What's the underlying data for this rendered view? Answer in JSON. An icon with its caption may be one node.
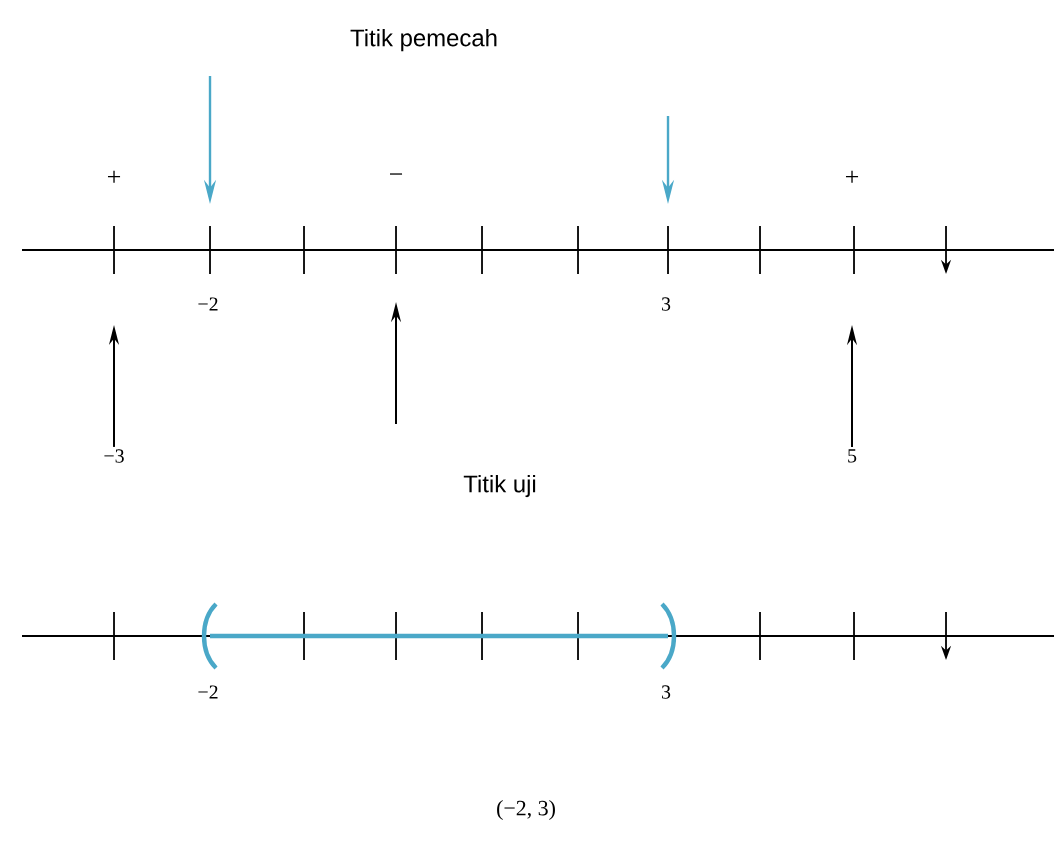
{
  "diagram": {
    "nodes": [
      {
        "text": [
          "−3"
        ]
      },
      {
        "text": [
          "5"
        ]
      }
    ],
    "edges": [
      {
        "from": 0,
        "to": null,
        "arrow": "to"
      },
      {
        "from": 1,
        "to": null,
        "arrow": "to"
      }
    ],
    "labels": [
      "Titik pemecah",
      "+",
      "−",
      "+",
      "−2",
      "3",
      "Titik uji",
      "−2",
      "3",
      "(−2, 3)"
    ]
  }
}
